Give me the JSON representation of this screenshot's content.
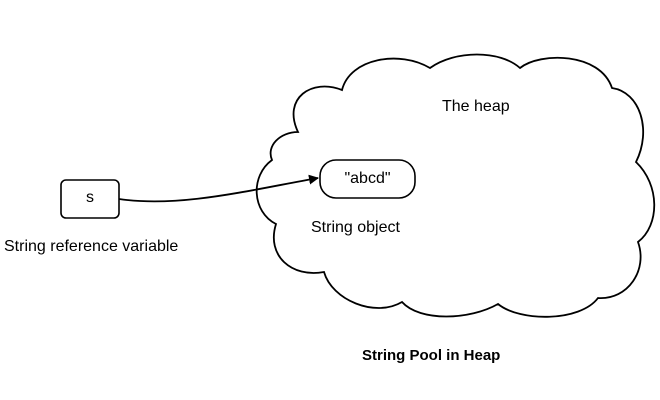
{
  "diagram": {
    "reference_variable": {
      "name": "s",
      "caption": "String reference variable"
    },
    "heap": {
      "label": "The heap"
    },
    "string_object": {
      "value": "\"abcd\"",
      "caption": "String object"
    },
    "caption": "String Pool in Heap",
    "colors": {
      "stroke": "#000000",
      "background": "#ffffff"
    }
  }
}
